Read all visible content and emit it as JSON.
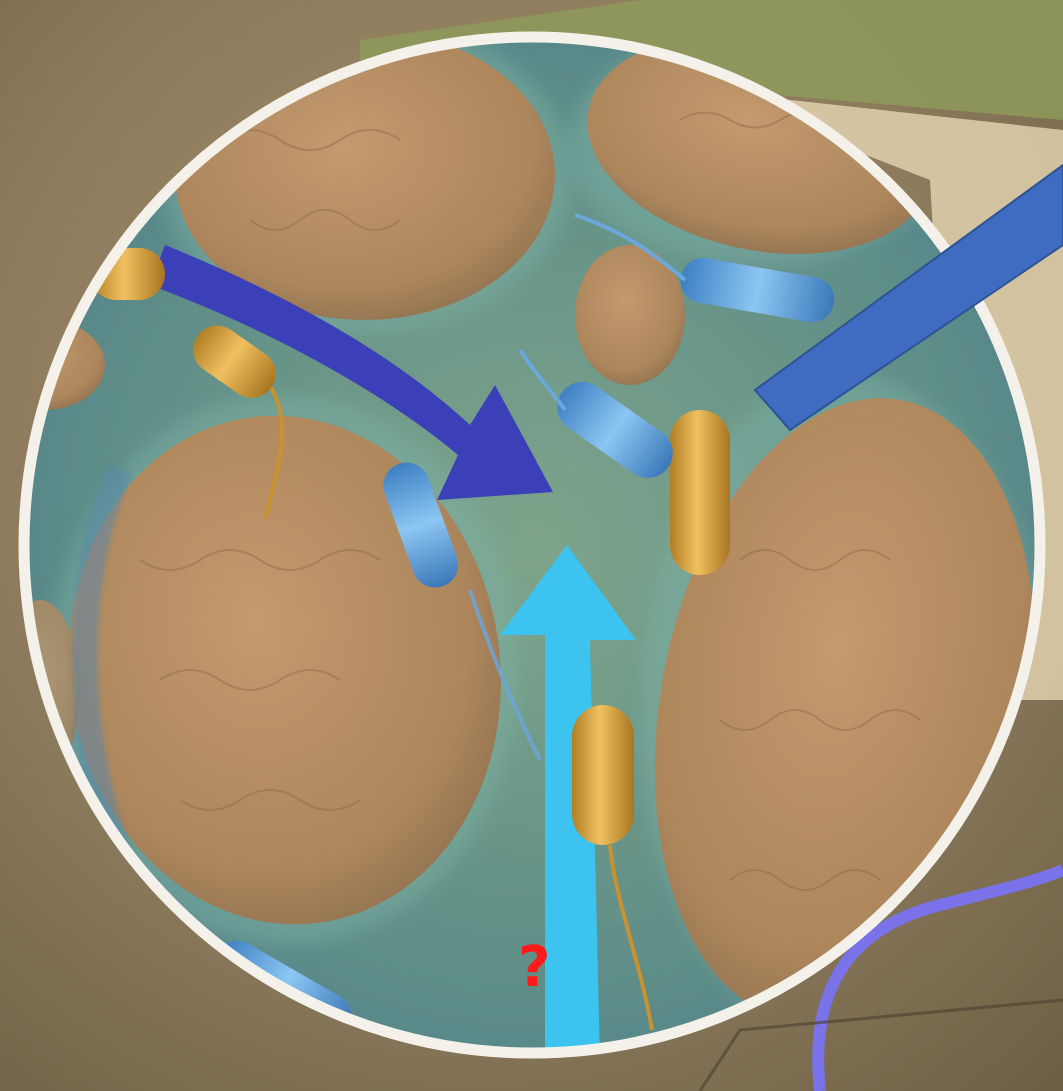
{
  "annotation": {
    "label": "?",
    "label_color": "#ff1a1a"
  },
  "colors": {
    "background_soil": "#8f7d5f",
    "lens_ring": "#f4f1ea",
    "pore_water": "#6f9889",
    "soil_particle": "#b48b62",
    "arrow_dark_blue": "#3b3fb8",
    "arrow_light_blue": "#3cc3ef",
    "pointer_bar": "#3f6cc0",
    "bacterium_gold": "#d7a03f",
    "bacterium_blue": "#5ba0dc",
    "river": "#7a72e8"
  },
  "icons": [
    "soil-particle",
    "bacterium",
    "flow-arrow",
    "pointer-bar",
    "magnifier-lens"
  ]
}
